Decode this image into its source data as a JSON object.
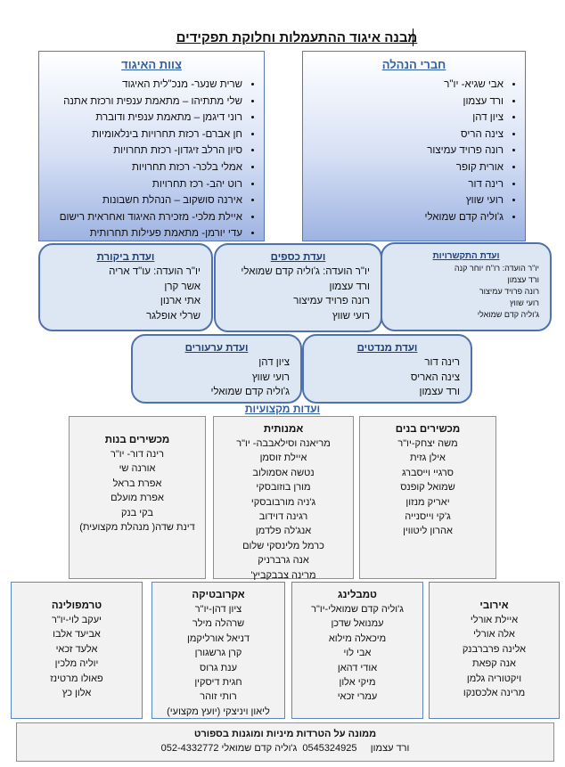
{
  "title": "מבנה איגוד ההתעמלות וחלוקת תפקידים",
  "board": {
    "heading": "חברי הנהלה",
    "items": [
      "אבי שגיא- יו\"ר",
      "ורד עצמון",
      "ציון דהן",
      "צינה הריס",
      "רונה פרויד עמיצור",
      "אורית קופר",
      "רינה דור",
      "רועי שווץ",
      "ג'וליה קדם שמואלי"
    ]
  },
  "staff": {
    "heading": "צוות האיגוד",
    "items": [
      "שרית שנער- מנכ\"לית האיגוד",
      "שלי מתתיהו – מתאמת ענפית ורכזת אתנה",
      "רוני דיגמן – מתאמת ענפית ודוברת",
      "חן אברם- רכזת תחרויות בינלאומיות",
      "סיון הרלב זיגדון- רכזת תחרויות",
      "אמלי בלכר- רכזת תחרויות",
      "רוט יהב- רכז תחרויות",
      "אירנה סושקוב – הנהלת חשבונות",
      "איילת מלכי- מזכירת האיגוד ואחראית רישום",
      "עדי יורמן- מתאמת פעילות תחרותית"
    ]
  },
  "committees": {
    "communication": {
      "heading": "ועדת התקשרויות",
      "lines": [
        "יו\"ר הועדה: רו\"ח יוחר קנה",
        "ורד עצמון",
        "רונה פרויד עמיצור",
        "רועי שווץ",
        "ג'וליה קדם שמואלי"
      ]
    },
    "finance": {
      "heading": "ועדת כספים",
      "lines": [
        "יו\"ר הועדה: ג'וליה קדם שמואלי",
        "ורד עצמון",
        "רונה פרויד עמיצור",
        "רועי שווץ"
      ]
    },
    "audit": {
      "heading": "ועדת ביקורת",
      "lines": [
        "יו\"ר הועדה: עו\"ד אריה",
        "אשר קרן",
        "אתי ארנון",
        "שרלי אופלגר"
      ]
    },
    "appeals": {
      "heading": "ועדת ערעורים",
      "lines": [
        "ציון דהן",
        "רועי שווץ",
        "ג'וליה קדם שמואלי"
      ]
    },
    "judges": {
      "heading": "ועדת מנדטים",
      "lines": [
        "רינה דור",
        "צינה האריס",
        "ורד עצמון"
      ]
    }
  },
  "professional_heading": "ועדות מקצועיות",
  "prof": {
    "boys": {
      "heading": "מכשירים בנים",
      "lines": [
        "משה יצחק-יו\"ר",
        "אילן גזית",
        "סרגיי וייסברג",
        "שמואל קופנס",
        "יאריק מנזון",
        "ג'קי וייסנייה",
        "אהרון ליטווין"
      ]
    },
    "artistic": {
      "heading": "אמנותית",
      "lines": [
        "מריאנה וסילאבבה- יו\"ר",
        "איילת זוסמן",
        "נטשה אסמולוב",
        "מורן בוזובסקי",
        "ג'ניה מורבובסקי",
        "רגינה דוידוב",
        "אנג'לה פלדמן",
        "כרמל מלינסקי שלום",
        "אנה גרברניק",
        "מרינה צבבקביץ'"
      ]
    },
    "girls": {
      "heading": "מכשירים בנות",
      "lines": [
        "רינה דור- יו\"ר",
        "אורנה שי",
        "אפרת בראל",
        "אפרת מועלם",
        "בקי בנק",
        "דינת שדה( מנהלת מקצועית)"
      ]
    },
    "aerobic": {
      "heading": "אירובי",
      "lines": [
        "איילת אורלי",
        "אלה אורלי",
        "אלינה פרברבנק",
        "אנה קפאת",
        "ויקטוריה גלמן",
        "מרינה אלכסנקו"
      ]
    },
    "tumbling": {
      "heading": "טמבלינג",
      "lines": [
        "ג'וליה קדם שמואלי-יו\"ר",
        "עמנואל שדכן",
        "מיכאלה מילוא",
        "אבי לוי",
        "אודי דהאן",
        "מיקי אלון",
        "עמרי זכאי"
      ]
    },
    "acro": {
      "heading": "אקרובטיקה",
      "lines": [
        "ציון דהן-יו\"ר",
        "שרהלה מילר",
        "דניאל אורליקמן",
        "קרן גרשגורן",
        "ענת גרוס",
        "חגית דיסקין",
        "רותי זוהר",
        "ליאון ויניצקי (יועץ מקצועי)"
      ]
    },
    "trampoline": {
      "heading": "טרמפולינה",
      "lines": [
        "יעקב לוי-יו\"ר",
        "אביעד אלבו",
        "אלעד זכאי",
        "יוליה מלכין",
        "פאולו מרטינז",
        "אלון כץ"
      ]
    }
  },
  "footer": {
    "line1": "ממונה על הטרדות מיניות ומוגנות בספורט",
    "line2": "ורד עצמון     0545324925  ג'וליה קדם שמואלי 052-4332772"
  }
}
